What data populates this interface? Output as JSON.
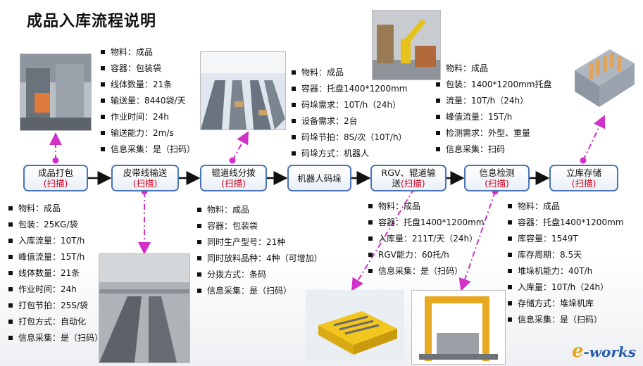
{
  "title": "成品入库流程说明",
  "steps": [
    {
      "label": "成品打包",
      "scan": "(扫描)"
    },
    {
      "label": "皮带线输送",
      "scan": "(扫描)"
    },
    {
      "label": "辊道线分拨",
      "scan": "(扫描)"
    },
    {
      "label": "机器人码垛",
      "scan": ""
    },
    {
      "label_line1": "RGV、辊道输",
      "label_line2": "送",
      "scan": "(扫描)"
    },
    {
      "label": "信息检测",
      "scan": "(扫描)"
    },
    {
      "label": "立库存储",
      "scan": "(扫描)"
    }
  ],
  "list_top_belt": [
    "物料：成品",
    "容器：包装袋",
    "线体数量：21条",
    "输送量：8440袋/天",
    "作业时间：24h",
    "输送能力：2m/s",
    "信息采集：是（扫码）"
  ],
  "list_top_robot": [
    "物料：成品",
    "容器：托盘1400*1200mm",
    "码垛需求：10T/h（24h）",
    "设备需求：2台",
    "码垛节拍：8S/次（10T/h）",
    "码垛方式：机器人"
  ],
  "list_top_check": [
    "物料：成品",
    "包装：1400*1200mm托盘",
    "流量：10T/h（24h）",
    "峰值流量：15T/h",
    "检测需求：外型、重量",
    "信息采集：扫码"
  ],
  "list_bottom_pack": [
    "物料：成品",
    "包装：25KG/袋",
    "入库流量：10T/h",
    "峰值流量：15T/h",
    "线体数量：21条",
    "作业时间：24h",
    "打包节拍：25S/袋",
    "打包方式：自动化",
    "信息采集：是（扫码）"
  ],
  "list_bottom_sort": [
    "物料：成品",
    "容器：包装袋",
    "同时生产型号：21种",
    "同时放料品种：4种（可增加）",
    "分拨方式：条码",
    "信息采集：是（扫码）"
  ],
  "list_bottom_rgv": [
    "物料：成品",
    "容器：托盘1400*1200mm",
    "入库量：211T/天（24h）",
    "RGV能力：60托/h",
    "信息采集：是（扫码）"
  ],
  "list_bottom_store": [
    "物料：成品",
    "容器：托盘1400*1200mm",
    "库容量：1549T",
    "库存周期：8.5天",
    "堆垛机能力：40T/h",
    "入库量：10T/h（24h）",
    "存储方式：堆垛机库",
    "信息采集：是（扫码）"
  ],
  "logo": {
    "e": "e",
    "rest": "-works"
  },
  "colors": {
    "box_border": "#4a74b8",
    "scan": "#d8001c",
    "connector": "#d230c8"
  }
}
